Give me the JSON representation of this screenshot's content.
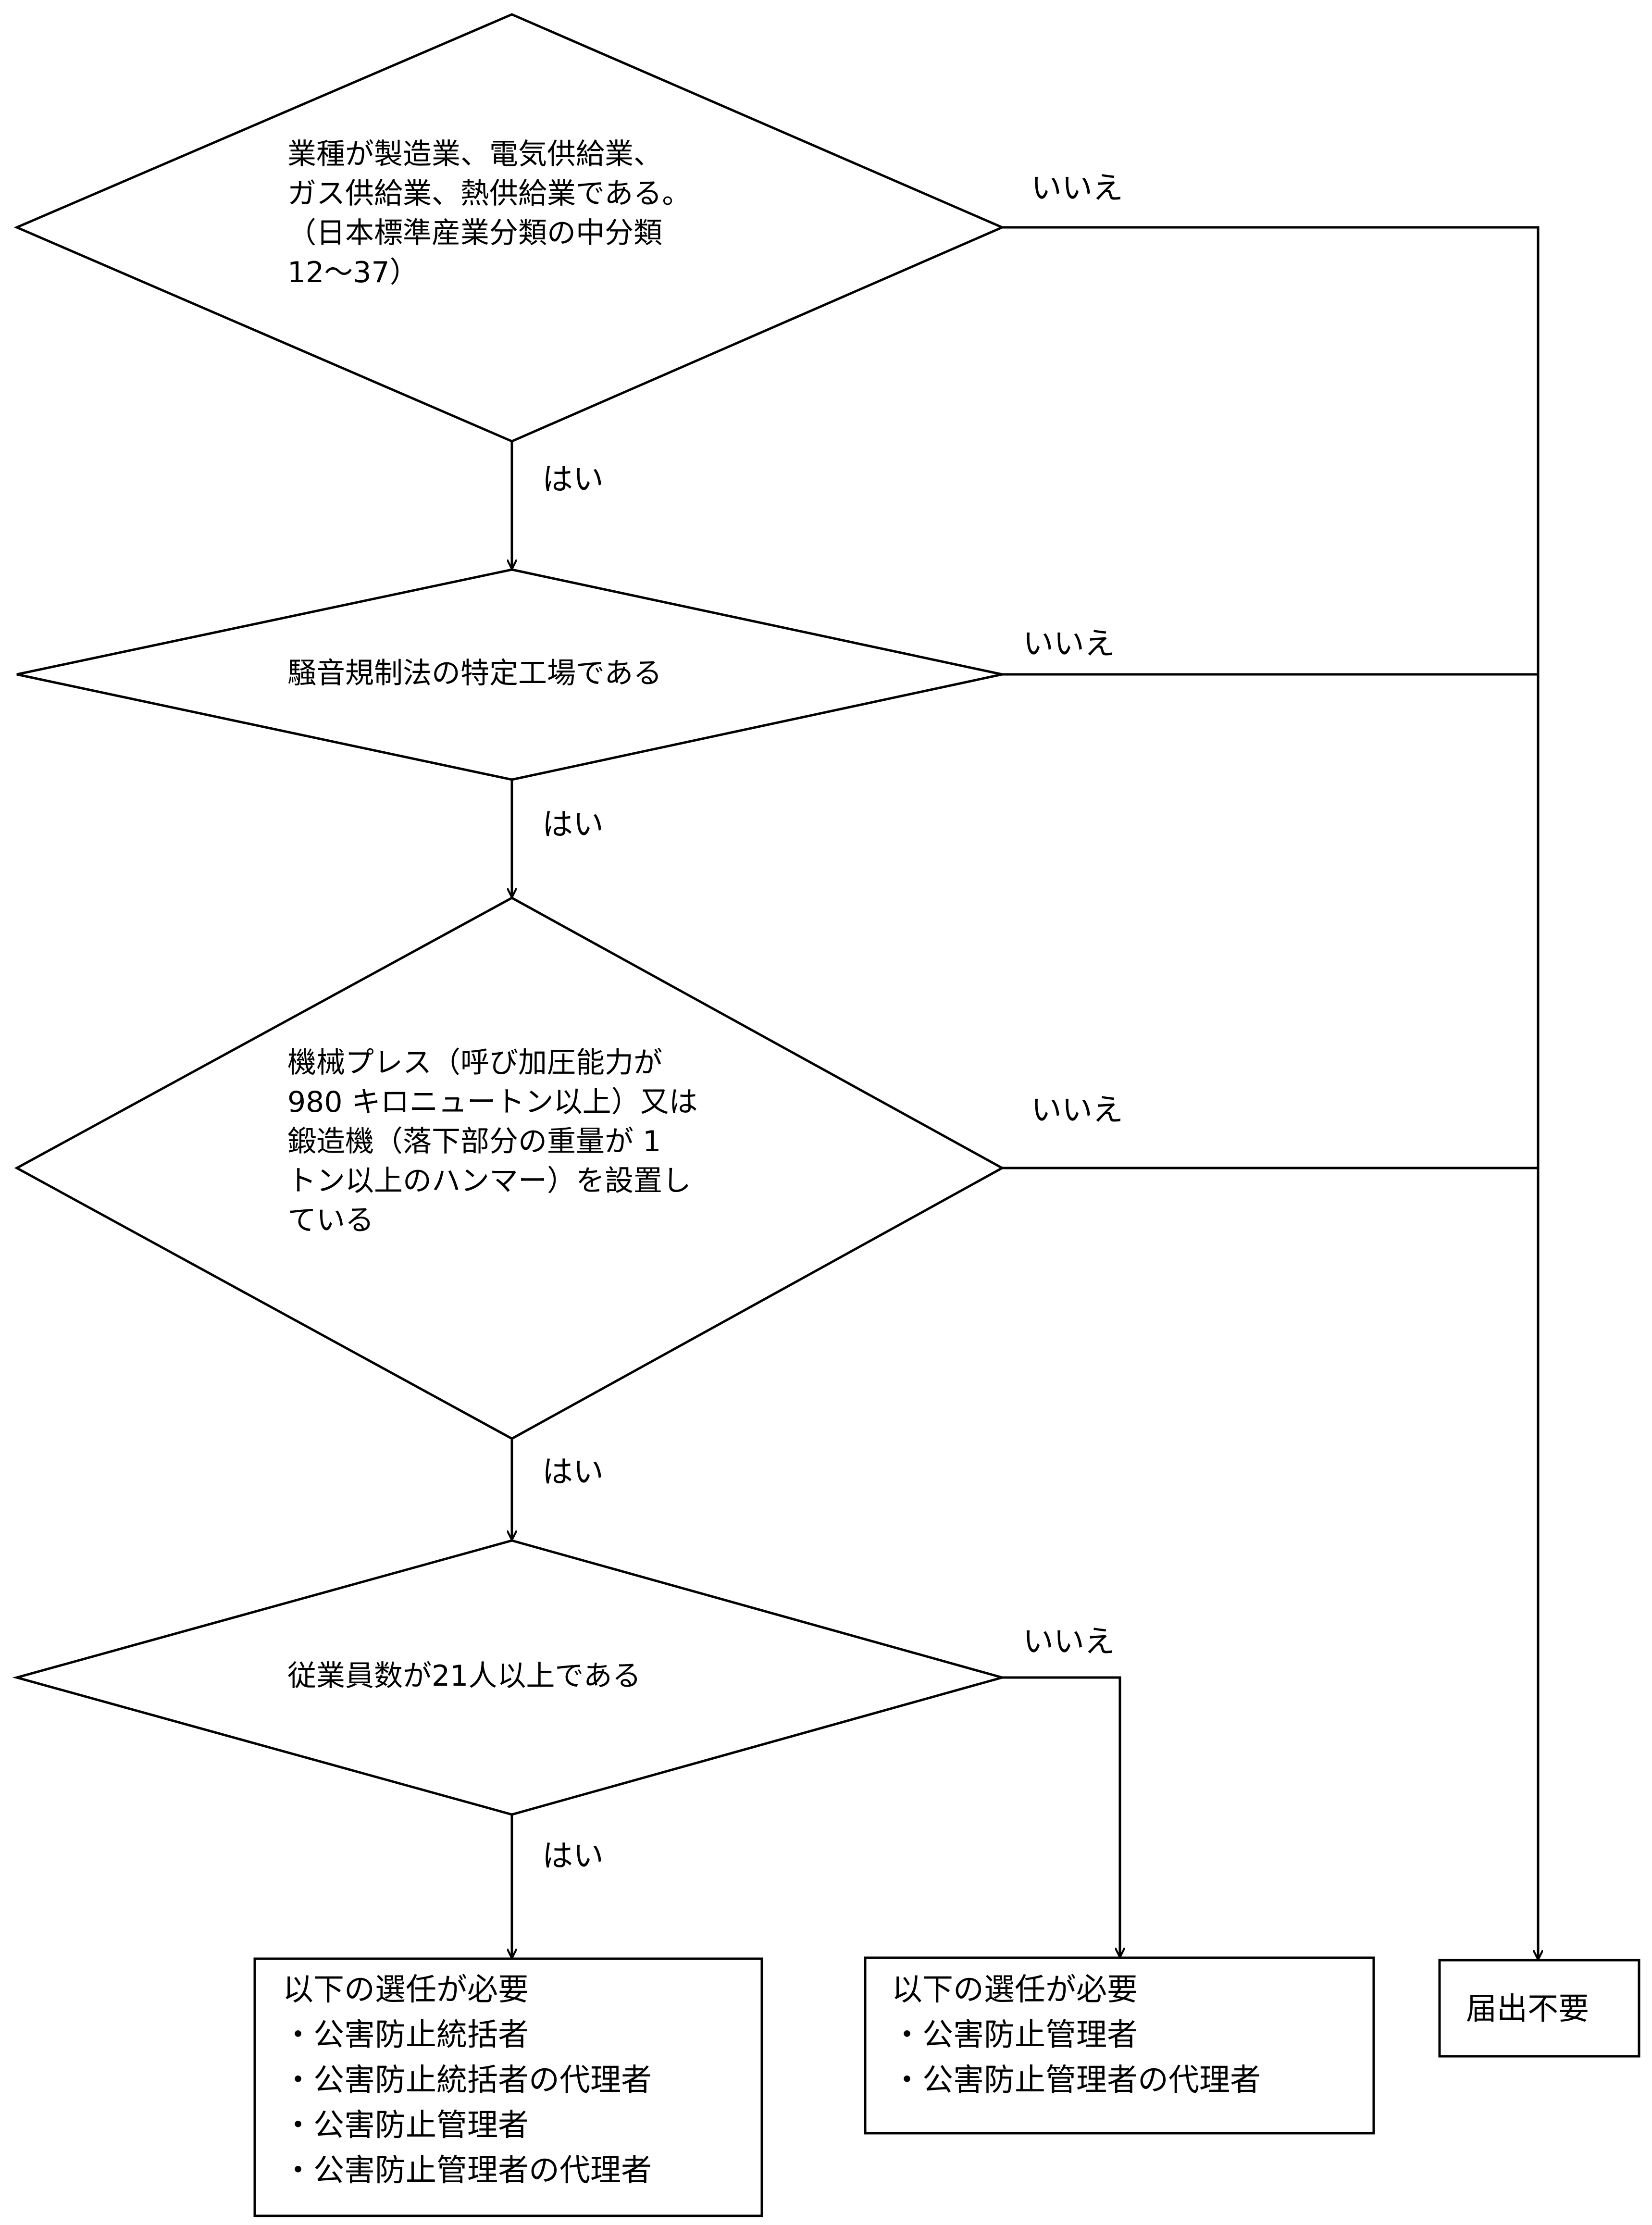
{
  "decisions": {
    "d1": {
      "lines": [
        "業種が製造業、電気供給業、",
        "ガス供給業、熱供給業である。",
        "（日本標準産業分類の中分類",
        "12〜37）"
      ]
    },
    "d2": {
      "lines": [
        "騒音規制法の特定工場である"
      ]
    },
    "d3": {
      "lines": [
        "機械プレス（呼び加圧能力が",
        "980 キロニュートン以上）又は",
        "鍛造機（落下部分の重量が 1",
        "トン以上のハンマー）を設置し",
        "ている"
      ]
    },
    "d4": {
      "lines": [
        "従業員数が21人以上である"
      ]
    }
  },
  "branch_labels": {
    "yes": "はい",
    "no": "いいえ"
  },
  "outcomes": {
    "left": {
      "lines": [
        "以下の選任が必要",
        "・公害防止統括者",
        "・公害防止統括者の代理者",
        "・公害防止管理者",
        "・公害防止管理者の代理者"
      ]
    },
    "middle": {
      "lines": [
        "以下の選任が必要",
        "・公害防止管理者",
        "・公害防止管理者の代理者"
      ]
    },
    "right": {
      "lines": [
        "届出不要"
      ]
    }
  },
  "colors": {
    "stroke": "#000000",
    "background": "#ffffff"
  }
}
